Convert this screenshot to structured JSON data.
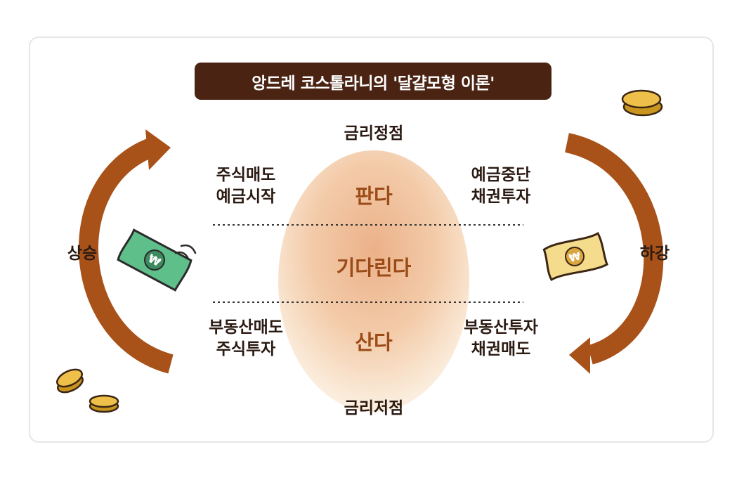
{
  "title": "앙드레 코스톨라니의 '달걀모형 이론'",
  "top_label": "금리정점",
  "bottom_label": "금리저점",
  "left_label": "상승",
  "right_label": "하강",
  "egg": {
    "top": "판다",
    "middle": "기다린다",
    "bottom": "산다"
  },
  "upper_left": [
    "주식매도",
    "예금시작"
  ],
  "upper_right": [
    "예금중단",
    "채권투자"
  ],
  "lower_left": [
    "부동산매도",
    "주식투자"
  ],
  "lower_right": [
    "부동산투자",
    "채권매도"
  ],
  "colors": {
    "banner": "#4a2313",
    "arrow": "#a8521a",
    "egg": "#f0c19b",
    "egg_text": "#9a4b17",
    "coin": "#e9bb35",
    "bill_green": "#5fbf8a",
    "bill_yellow": "#f5dc8c"
  },
  "icons": [
    "coin-icon",
    "banknote-icon"
  ]
}
